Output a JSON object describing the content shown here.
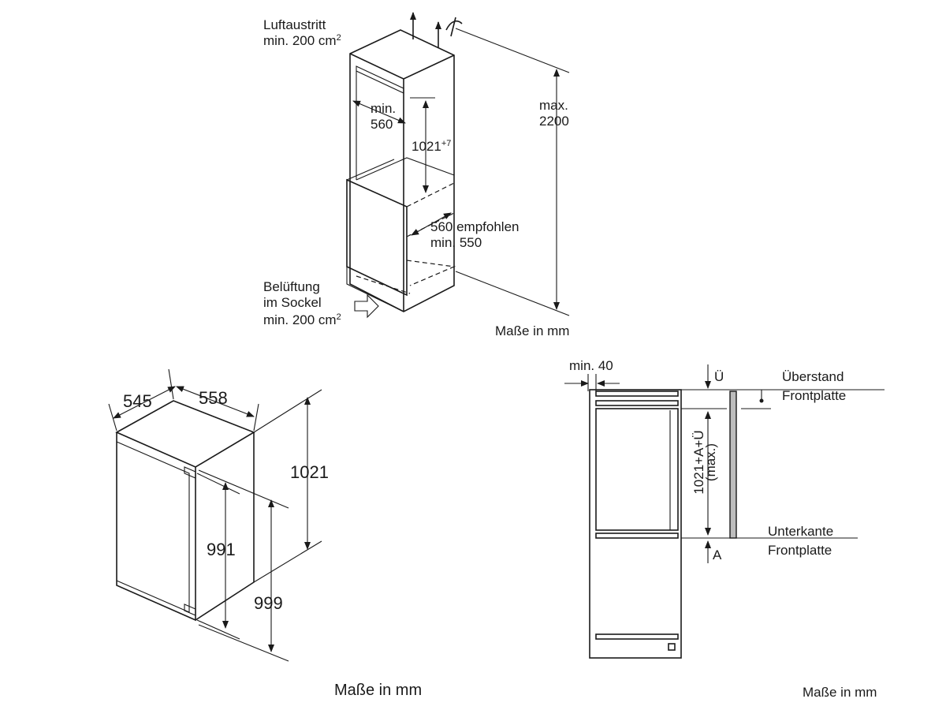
{
  "diagram_top": {
    "air_outlet_title": "Luftaustritt",
    "air_outlet_area": "min. 200 cm",
    "air_outlet_sup": "2",
    "niche_depth_min_label": "min.",
    "niche_depth_min_value": "560",
    "niche_height_value": "1021",
    "niche_height_sup": "+7",
    "total_height_label": "max.",
    "total_height_value": "2200",
    "niche_width_recommended": "560 empfohlen",
    "niche_width_min": "min. 550",
    "ventilation_line1": "Belüftung",
    "ventilation_line2": "im Sockel",
    "ventilation_area": "min. 200 cm",
    "ventilation_sup": "2",
    "units": "Maße in mm"
  },
  "diagram_left": {
    "depth": "545",
    "width": "558",
    "height": "1021",
    "door_height": "991",
    "floor_height": "999",
    "units": "Maße in mm"
  },
  "diagram_right": {
    "min_gap": "min. 40",
    "overhang_symbol": "Ü",
    "overhang_title_line1": "Überstand",
    "overhang_title_line2": "Frontplatte",
    "front_height_formula": "1021+A+Ü",
    "front_height_note": "(max.)",
    "lower_edge_line1": "Unterkante",
    "lower_edge_line2": "Frontplatte",
    "lower_symbol": "A",
    "units": "Maße in mm"
  },
  "colors": {
    "line": "#1a1a1a",
    "panel_fill": "#bdbdbd",
    "background": "#ffffff"
  }
}
